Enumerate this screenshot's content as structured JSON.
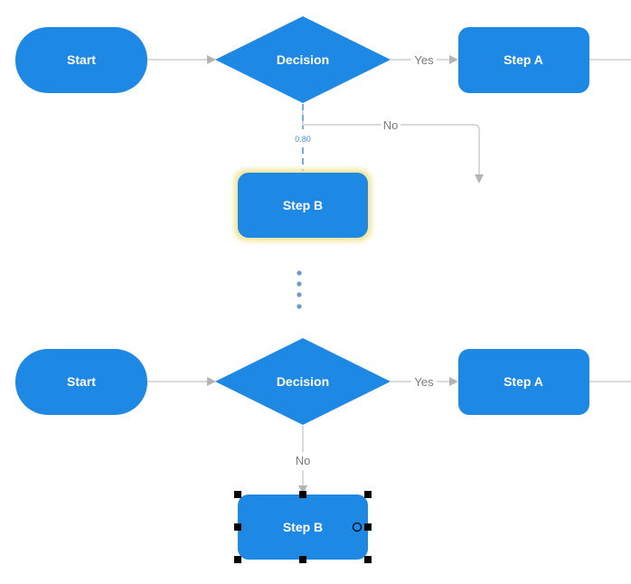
{
  "colors": {
    "node_fill": "#1e88e5",
    "node_text": "#ffffff",
    "edge": "#b4b4b4",
    "edge_label": "#7a7a7a",
    "glow": "#f3e49a",
    "dashed_edge": "#4a90d9",
    "handle": "#000000",
    "dots": "#6a9cd0"
  },
  "diagram_before": {
    "start": "Start",
    "decision": "Decision",
    "step_a": "Step A",
    "step_b": "Step B",
    "yes_label": "Yes",
    "no_label": "No",
    "snap_value": "0.80"
  },
  "diagram_after": {
    "start": "Start",
    "decision": "Decision",
    "step_a": "Step A",
    "step_b": "Step B",
    "yes_label": "Yes",
    "no_label": "No"
  },
  "separator": {
    "icon": "vertical-ellipsis-icon"
  }
}
